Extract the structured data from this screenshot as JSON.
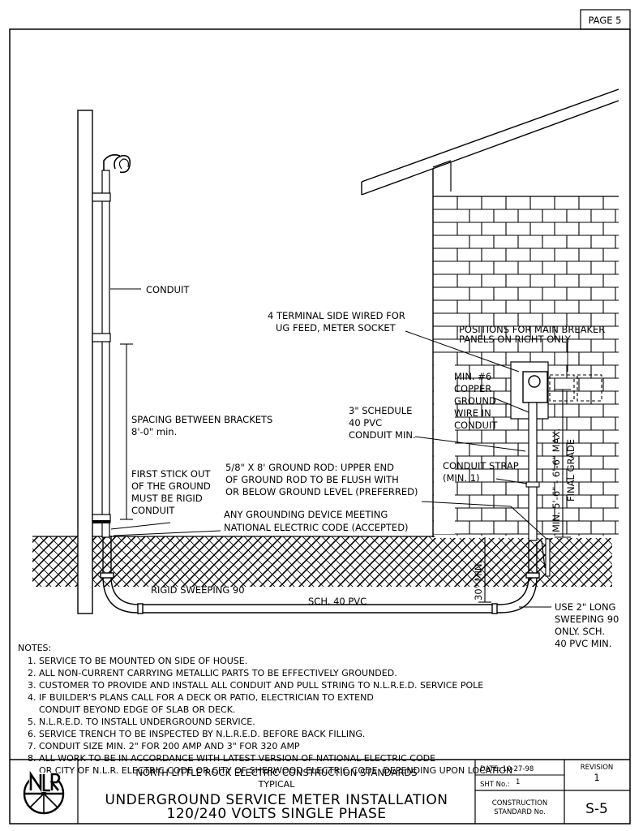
{
  "page_label": "PAGE 5",
  "callouts": {
    "conduit": "CONDUIT",
    "socket": [
      "4 TERMINAL SIDE WIRED FOR",
      "UG FEED, METER SOCKET"
    ],
    "positions": [
      "POSITIONS FOR MAIN BREAKER",
      "PANELS ON RIGHT ONLY"
    ],
    "ground_wire": [
      "MIN. #6",
      "COPPER",
      "GROUND",
      "WIRE IN",
      "CONDUIT"
    ],
    "spacing": [
      "SPACING BETWEEN BRACKETS",
      "8'-0\" min."
    ],
    "schedule": [
      "3\" SCHEDULE",
      "40 PVC",
      "CONDUIT MIN."
    ],
    "ground_rod": [
      "5/8\" X 8' GROUND ROD: UPPER END",
      "OF GROUND ROD TO BE FLUSH WITH",
      "OR BELOW GROUND LEVEL (PREFERRED)"
    ],
    "strap": [
      "CONDUIT STRAP",
      "(MIN. 1)"
    ],
    "first_stick": [
      "FIRST STICK OUT",
      "OF THE GROUND",
      "MUST BE RIGID",
      "CONDUIT"
    ],
    "grounding_device": [
      "ANY GROUNDING DEVICE MEETING",
      "NATIONAL ELECTRIC CODE (ACCEPTED)"
    ],
    "meter_height": "MIN. 5'-6\" - 6'-6\" MAX.",
    "final_grade": "FINAL GRADE",
    "depth": "30\" MIN.",
    "rigid_sweep": "RIGID SWEEPING 90",
    "pvc": "SCH. 40 PVC",
    "long_sweep": [
      "USE 2\" LONG",
      "SWEEPING 90",
      "ONLY. SCH.",
      "40 PVC MIN."
    ]
  },
  "notes": {
    "heading": "NOTES:",
    "lines": [
      "1. SERVICE TO BE MOUNTED ON SIDE OF HOUSE.",
      "2. ALL NON-CURRENT CARRYING METALLIC PARTS TO BE EFFECTIVELY GROUNDED.",
      "3. CUSTOMER TO PROVIDE AND INSTALL ALL CONDUIT AND PULL STRING TO N.L.R.E.D. SERVICE POLE",
      "4. IF BUILDER'S PLANS CALL FOR A DECK OR PATIO, ELECTRICIAN TO EXTEND",
      "CONDUIT BEYOND EDGE OF SLAB OR DECK.",
      "5. N.L.R.E.D. TO INSTALL UNDERGROUND SERVICE.",
      "6. SERVICE TRENCH TO BE INSPECTED BY N.L.R.E.D. BEFORE BACK FILLING.",
      "7. CONDUIT SIZE MIN. 2\" FOR  200 AMP AND 3\" FOR 320 AMP",
      "8. ALL WORK TO BE IN ACCORDANCE WITH LATEST VERSION OF NATIONAL ELECTRIC CODE",
      "OR CITY OF N.L.R. ELECTRIC CODE OR CITY OF SHERWOOD ELECTRIC CODE. DEPENDING UPON LOCATION"
    ]
  },
  "title_block": {
    "org": "NORTH LITTLE ROCK ELECTRIC CONSTRUCTION STANDARDS",
    "typical": "TYPICAL",
    "title_line1": "UNDERGROUND SERVICE METER INSTALLATION",
    "title_line2": "120/240 VOLTS SINGLE PHASE",
    "date": "DATE: 10-27-98",
    "sheet": "SHT No.:",
    "sheet_no": "1",
    "revision_label": "REVISION",
    "revision": "1",
    "standard_label": [
      "CONSTRUCTION",
      "STANDARD No."
    ],
    "standard": "S-5",
    "logo_text": "NLR"
  }
}
